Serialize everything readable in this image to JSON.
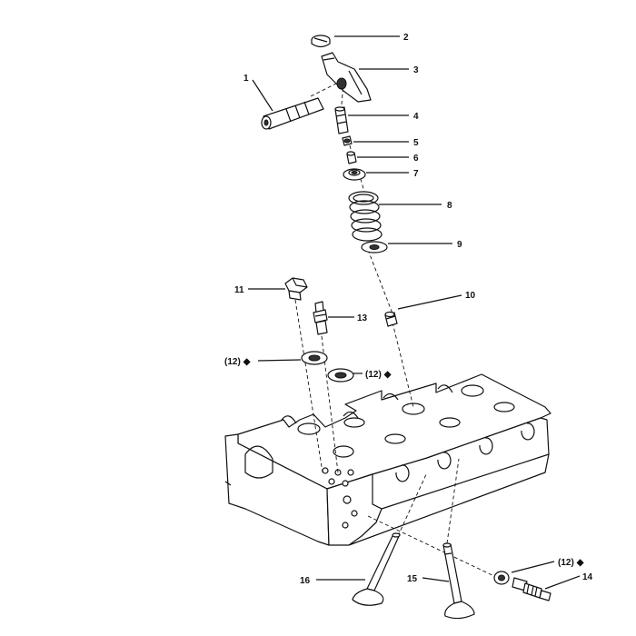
{
  "callouts": {
    "c1": "1",
    "c2": "2",
    "c3": "3",
    "c4": "4",
    "c5": "5",
    "c6": "6",
    "c7": "7",
    "c8": "8",
    "c9": "9",
    "c10": "10",
    "c11": "11",
    "c12a": "(12)",
    "c12b": "(12)",
    "c12c": "(12)",
    "c13": "13",
    "c14": "14",
    "c15": "15",
    "c16": "16"
  },
  "symbols": {
    "diamond": "◆"
  },
  "colors": {
    "ink": "#111111",
    "paper": "#ffffff"
  }
}
